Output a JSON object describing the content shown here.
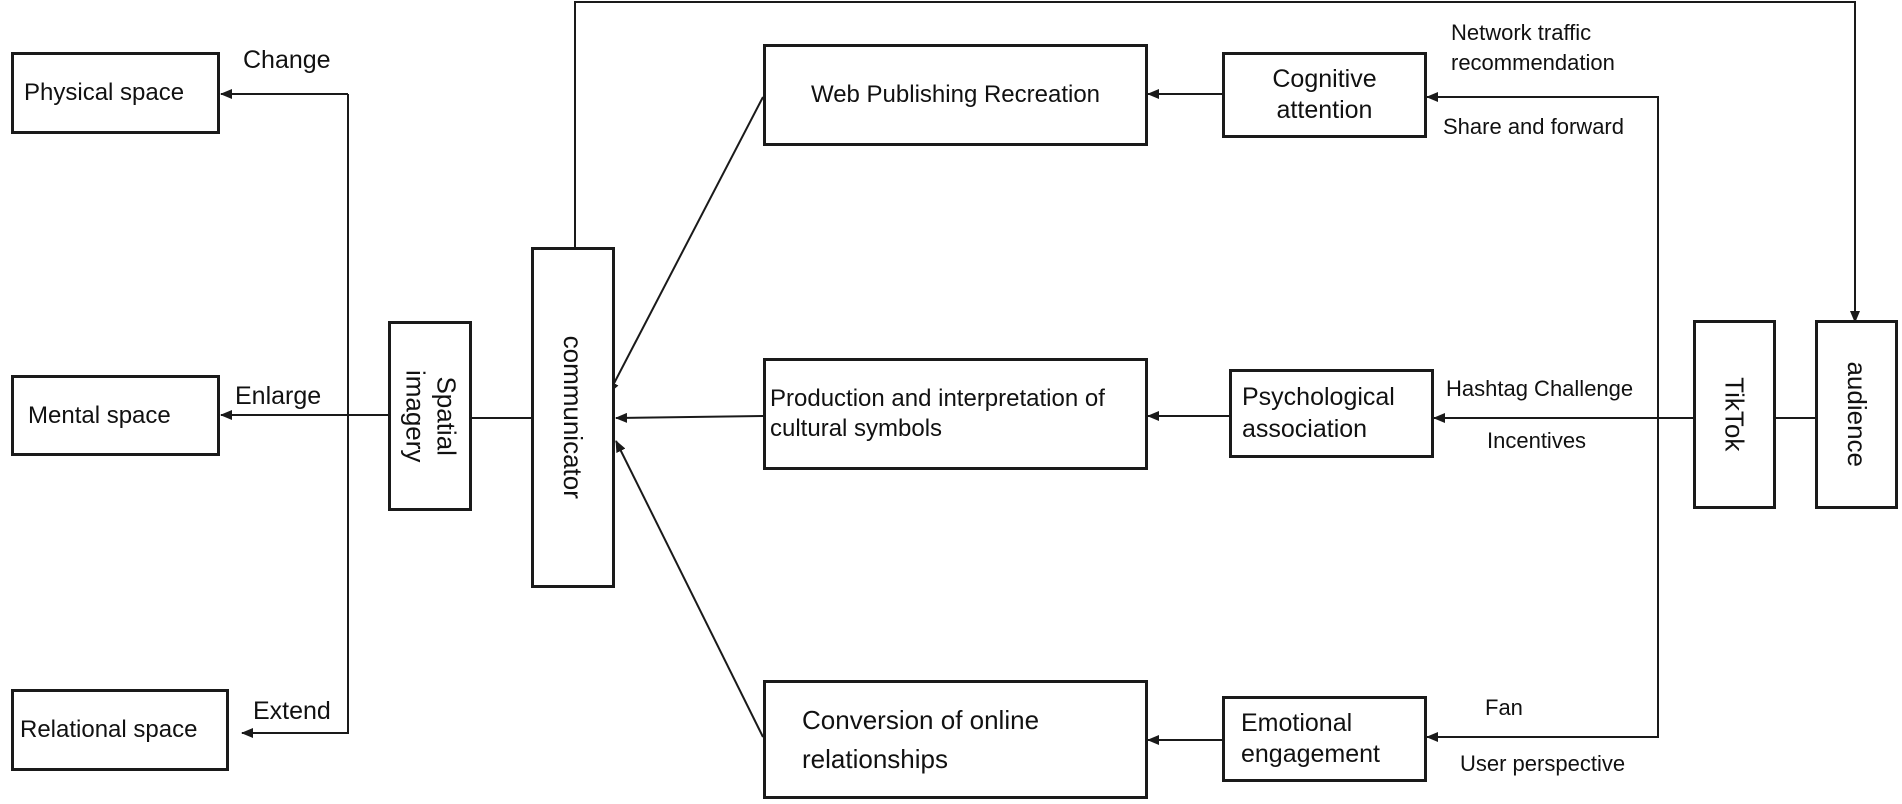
{
  "left_spaces": {
    "physical": "Physical space",
    "mental": "Mental space",
    "relational": "Relational space"
  },
  "left_edges": {
    "change": "Change",
    "enlarge": "Enlarge",
    "extend": "Extend"
  },
  "spatial_imagery": "Spatial imagery",
  "communicator": "communicator",
  "middle_boxes": {
    "web": "Web Publishing Recreation",
    "production_line1": "Production and interpretation of",
    "production_line2": "cultural symbols",
    "conversion_line1": "Conversion of online",
    "conversion_line2": "relationships"
  },
  "effect_boxes": {
    "cognitive_line1": "Cognitive",
    "cognitive_line2": "attention",
    "psych_line1": "Psychological",
    "psych_line2": "association",
    "emotional_line1": "Emotional",
    "emotional_line2": "engagement"
  },
  "right_edges": {
    "network_line1": "Network traffic",
    "network_line2": "recommendation",
    "share": "Share and forward",
    "hashtag": "Hashtag Challenge",
    "incentives": "Incentives",
    "fan": "Fan",
    "user": "User perspective"
  },
  "tiktok": "TikTok",
  "audience": "audience",
  "colors": {
    "line": "#1a1a1a",
    "background": "#ffffff"
  }
}
